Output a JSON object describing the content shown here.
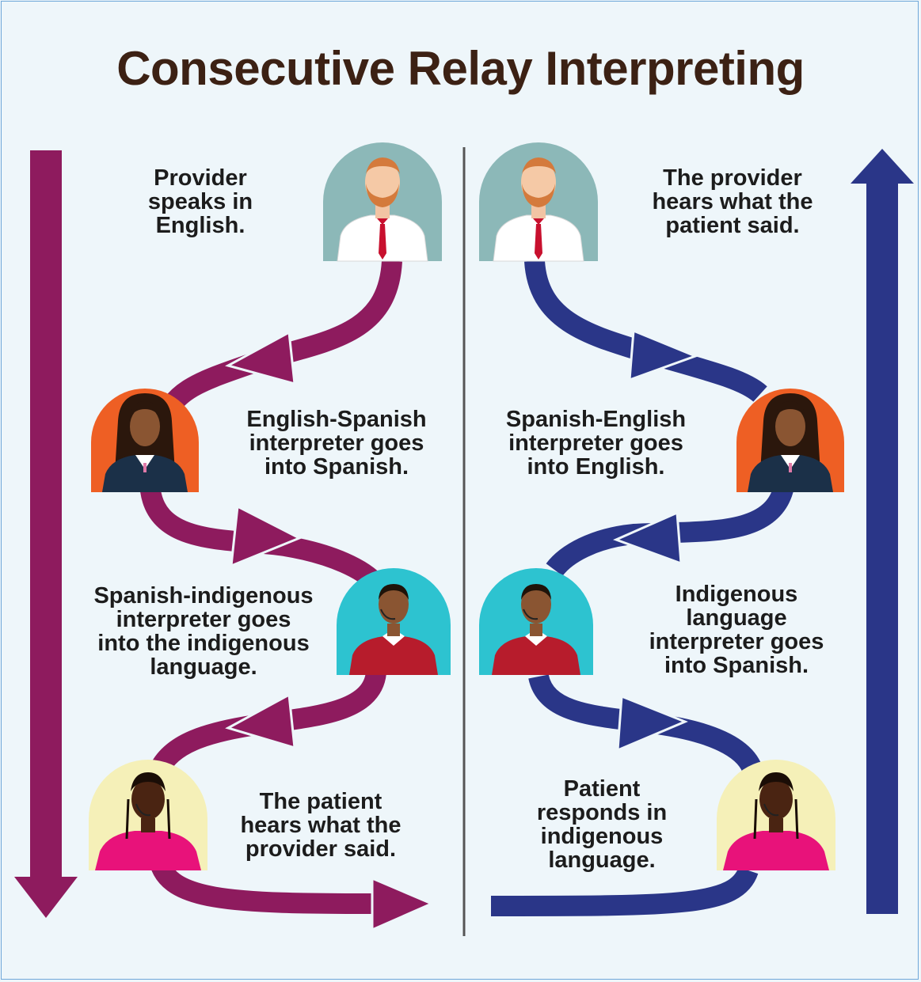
{
  "title": "Consecutive Relay Interpreting",
  "colors": {
    "left_flow": "#8e1b5e",
    "right_flow": "#2a3688",
    "title": "#3c2114",
    "provider_bg": "#8cb8b8",
    "interpreter1_bg": "#ee5f24",
    "interpreter2_bg": "#2dc3d0",
    "patient_bg": "#f5f0b8"
  },
  "left": {
    "step1": "Provider\nspeaks in\nEnglish.",
    "step2": "English-Spanish\ninterpreter goes\ninto Spanish.",
    "step3": "Spanish-indigenous\ninterpreter goes\ninto the indigenous\nlanguage.",
    "step4": "The patient\nhears what the\nprovider said."
  },
  "right": {
    "step1": "The provider\nhears what the\npatient said.",
    "step2": "Spanish-English\ninterpreter goes\ninto English.",
    "step3": "Indigenous\nlanguage\ninterpreter goes\ninto Spanish.",
    "step4": "Patient\nresponds in\nindigenous\nlanguage."
  }
}
